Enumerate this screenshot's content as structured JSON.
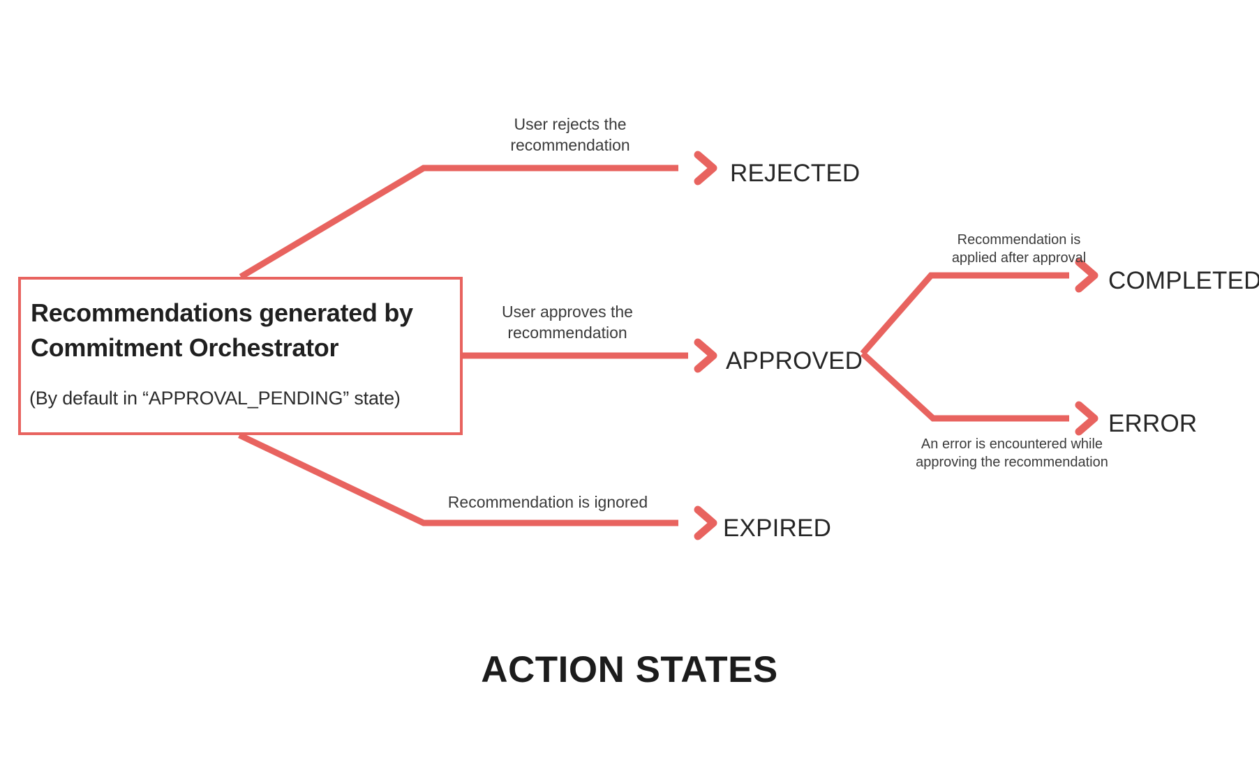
{
  "diagram": {
    "caption": "ACTION STATES",
    "accent_color": "#e8635f",
    "text_color": "#262626",
    "background": "#ffffff",
    "source_node": {
      "title": "Recommendations generated by Commitment Orchestrator",
      "subtitle": "(By default in “APPROVAL_PENDING” state)"
    },
    "states": [
      {
        "id": "rejected",
        "label": "REJECTED"
      },
      {
        "id": "approved",
        "label": "APPROVED"
      },
      {
        "id": "expired",
        "label": "EXPIRED"
      },
      {
        "id": "completed",
        "label": "COMPLETED"
      },
      {
        "id": "error",
        "label": "ERROR"
      }
    ],
    "transitions": [
      {
        "id": "to-rejected",
        "from": "source",
        "to": "rejected",
        "label": "User rejects the\nrecommendation"
      },
      {
        "id": "to-approved",
        "from": "source",
        "to": "approved",
        "label": "User approves the\nrecommendation"
      },
      {
        "id": "to-expired",
        "from": "source",
        "to": "expired",
        "label": "Recommendation is ignored"
      },
      {
        "id": "to-completed",
        "from": "approved",
        "to": "completed",
        "label": "Recommendation is\napplied after approval"
      },
      {
        "id": "to-error",
        "from": "approved",
        "to": "error",
        "label": "An error is encountered while\napproving the recommendation"
      }
    ]
  }
}
